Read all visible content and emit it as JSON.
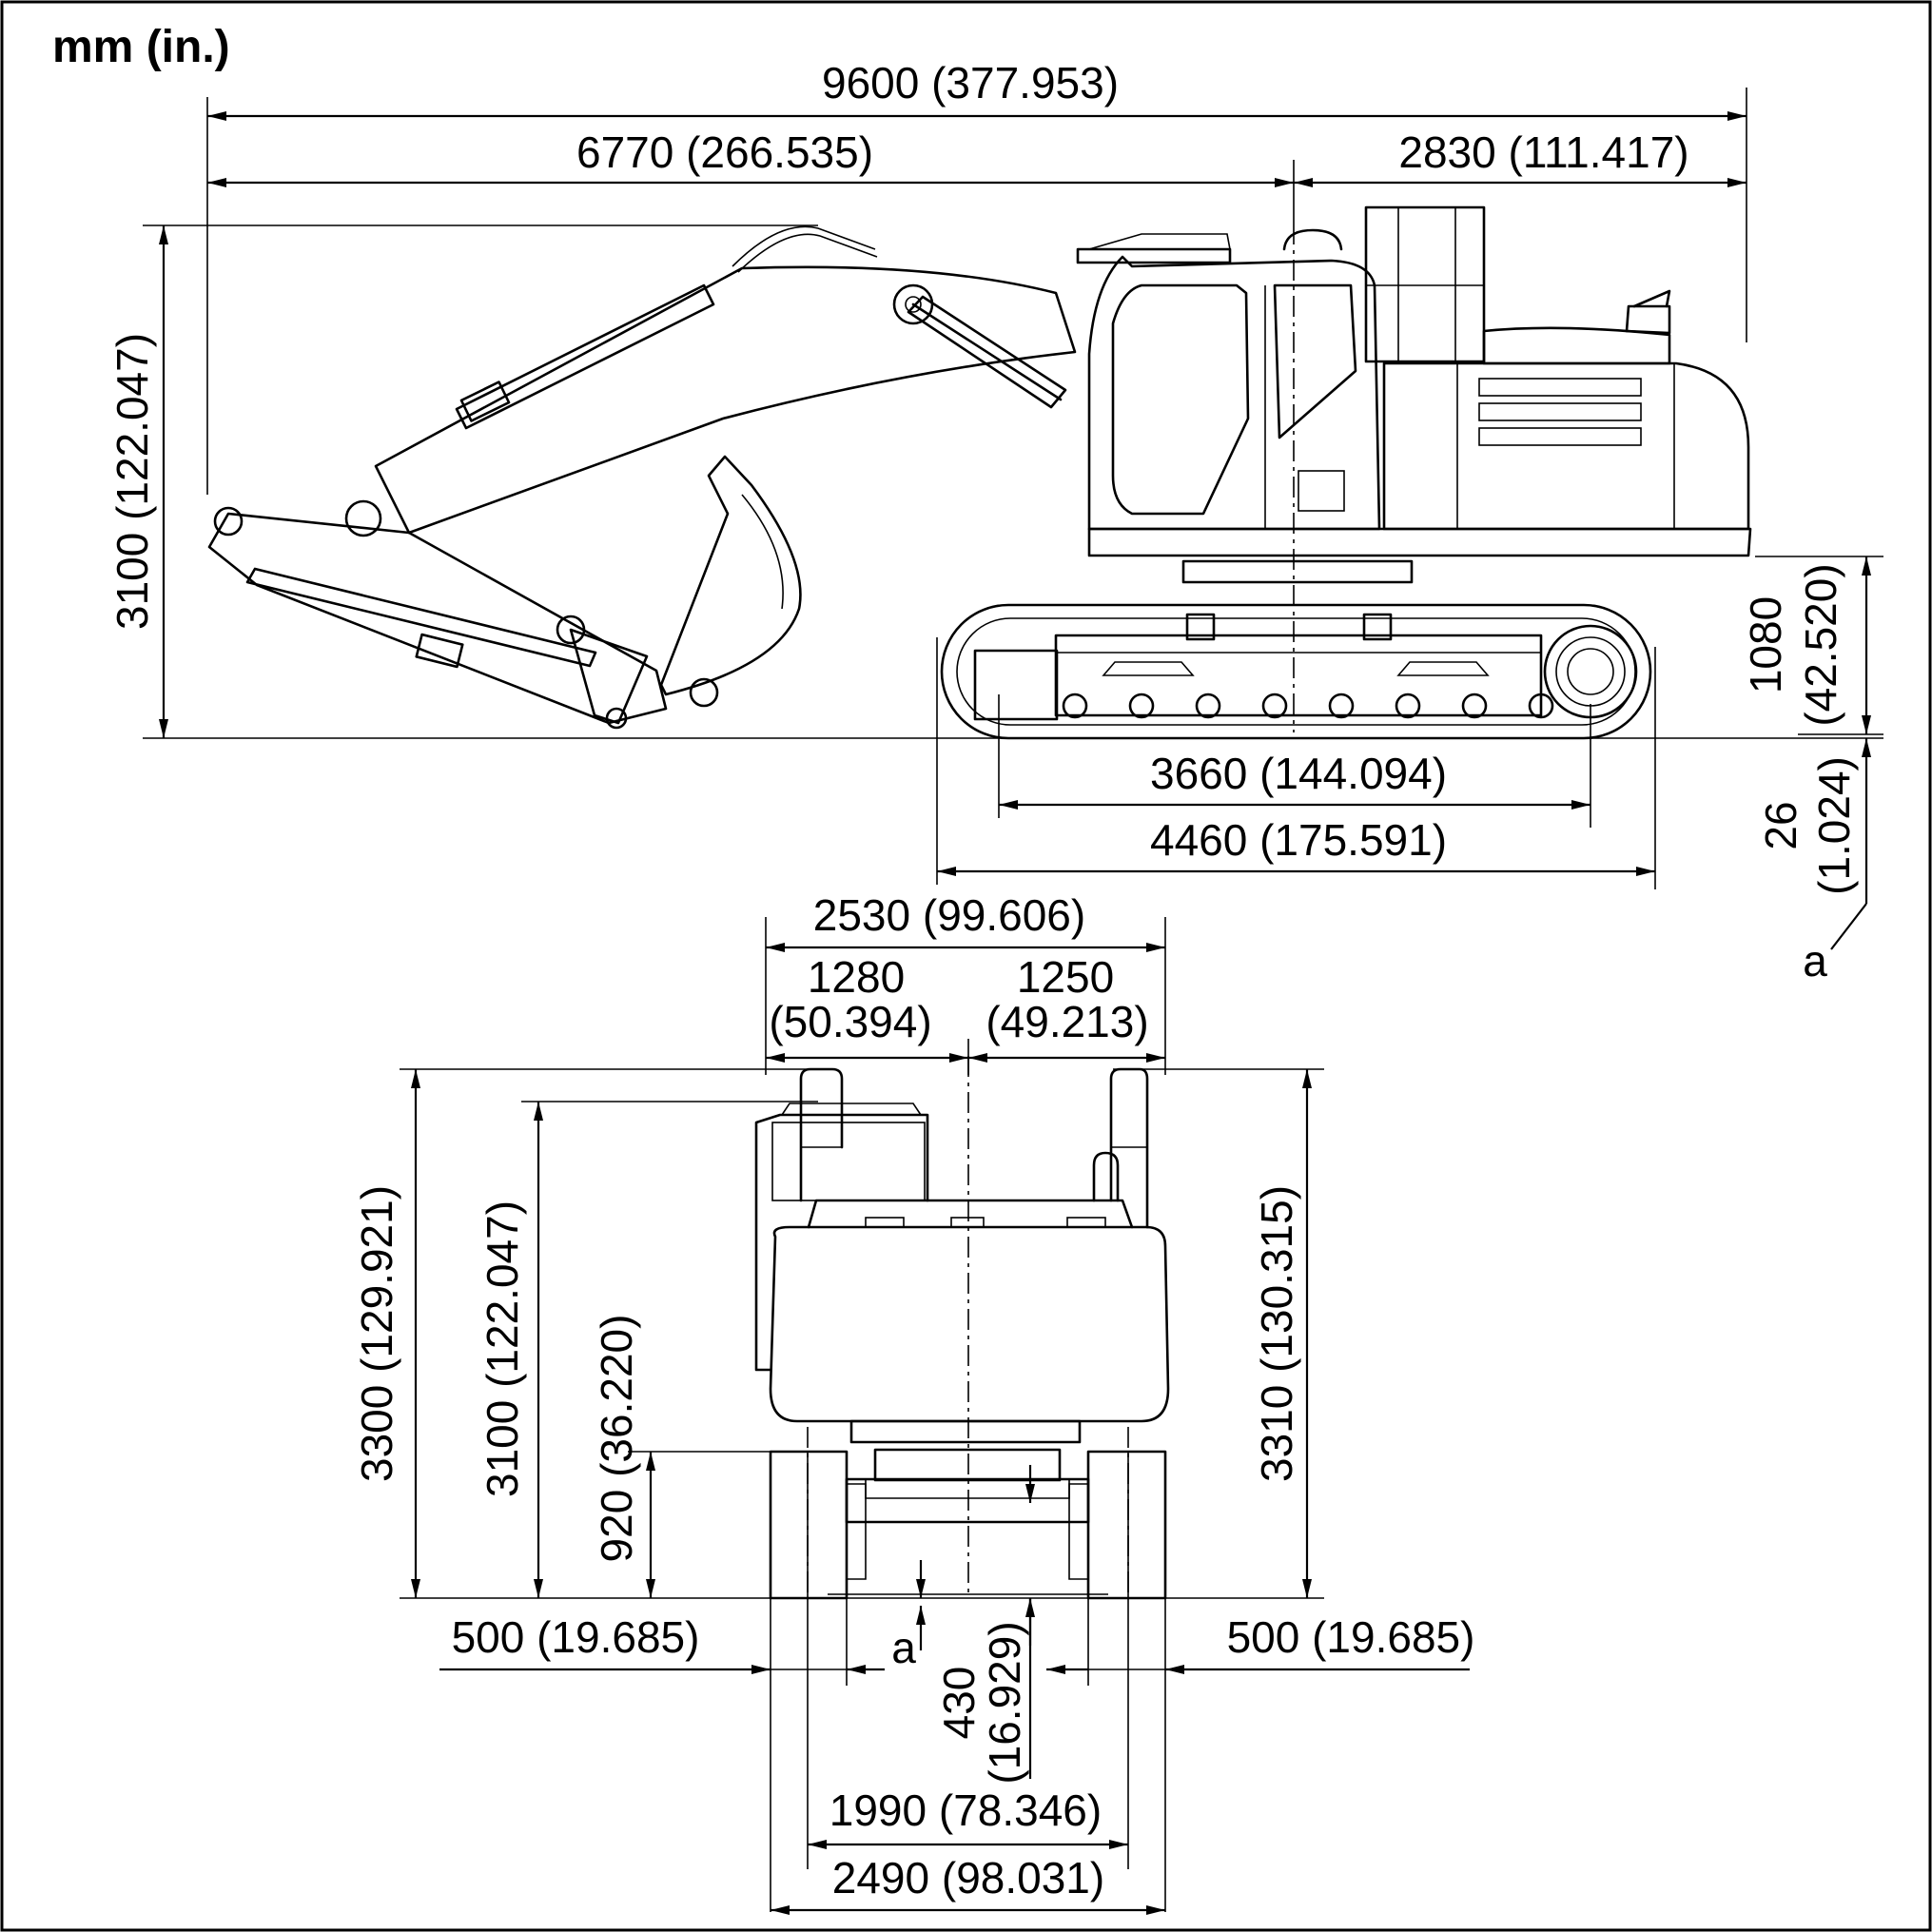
{
  "unit_label": "mm (in.)",
  "side_view": {
    "overall_length": "9600 (377.953)",
    "front_length": "6770 (266.535)",
    "rear_length": "2830 (111.417)",
    "boom_height": "3100 (122.047)",
    "counterweight_clearance_mm": "1080",
    "counterweight_clearance_in": "(42.520)",
    "tumbler_distance": "3660 (144.094)",
    "track_length": "4460 (175.591)",
    "grouser_height_mm": "26",
    "grouser_height_in": "(1.024)",
    "grouser_marker": "a"
  },
  "front_view": {
    "upper_width": "2530 (99.606)",
    "left_half_mm": "1280",
    "left_half_in": "(50.394)",
    "right_half_mm": "1250",
    "right_half_in": "(49.213)",
    "handrail_height": "3300 (129.921)",
    "cab_height": "3100 (122.047)",
    "body_clearance": "920 (36.220)",
    "right_handrail_height": "3310 (130.315)",
    "left_shoe_width": "500 (19.685)",
    "right_shoe_width": "500 (19.685)",
    "grouser_marker": "a",
    "ground_clearance_mm": "430",
    "ground_clearance_in": "(16.929)",
    "track_gauge": "1990 (78.346)",
    "undercarriage_width": "2490 (98.031)"
  }
}
